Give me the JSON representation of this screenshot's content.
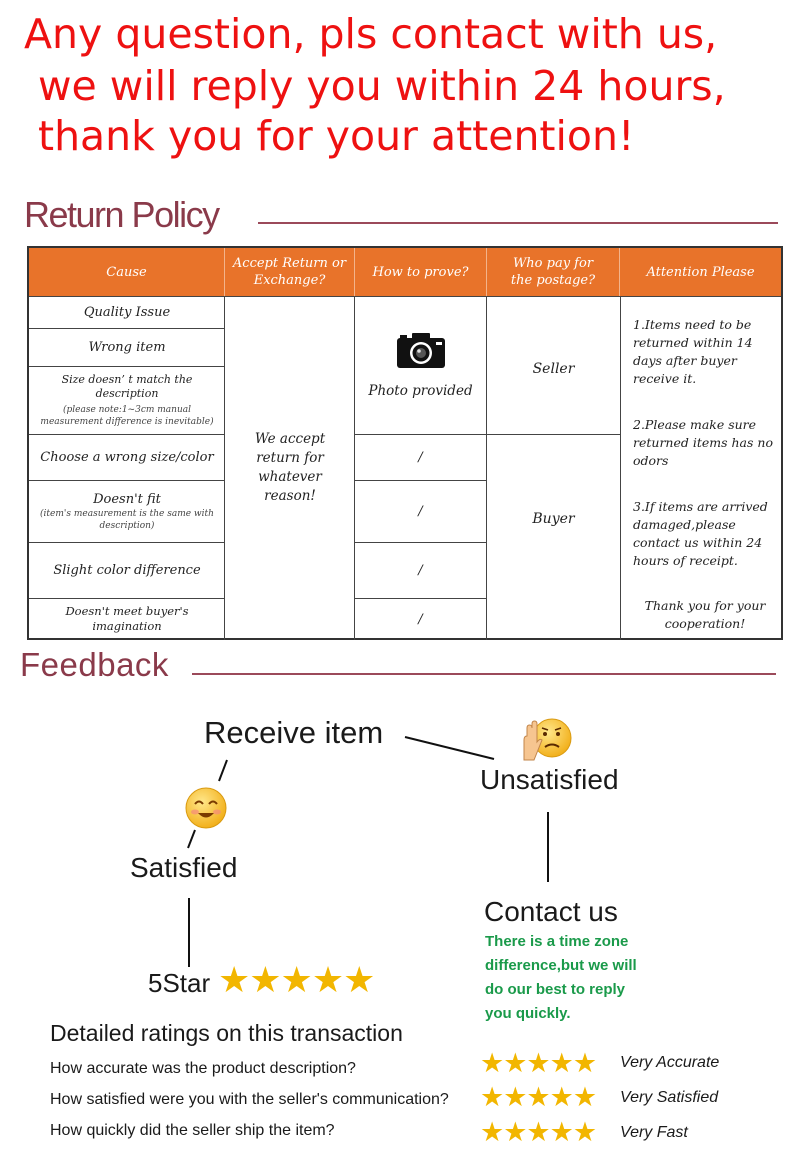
{
  "notice": {
    "line1": "Any question, pls contact with us,",
    "line2": "we will reply you within 24 hours,",
    "line3": "thank you for your attention!"
  },
  "return_policy": {
    "title": "Return Policy",
    "headers": [
      "Cause",
      "Accept Return or Exchange?",
      "How to prove?",
      "Who pay for the postage?",
      "Attention Please"
    ],
    "causes": [
      {
        "main": "Quality Issue",
        "sub": ""
      },
      {
        "main": "Wrong item",
        "sub": ""
      },
      {
        "main": "Size doesn’ t match the description",
        "sub": "(please note:1~3cm manual measurement difference is inevitable)"
      },
      {
        "main": "Choose a wrong size/color",
        "sub": ""
      },
      {
        "main": "Doesn't fit",
        "sub": "(item's measurement is the same with description)"
      },
      {
        "main": "Slight color difference",
        "sub": ""
      },
      {
        "main": "Doesn't meet buyer's imagination",
        "sub": ""
      }
    ],
    "accept_text": "We accept return for whatever reason!",
    "proof_photo": "Photo provided",
    "proof_none": "/",
    "payer_seller": "Seller",
    "payer_buyer": "Buyer",
    "attention": [
      "1.Items need to be returned within 14 days after buyer receive it.",
      "2.Please make sure returned items has no odors",
      "3.If items are arrived damaged,please contact us within 24 hours of receipt.",
      "Thank you for your cooperation!"
    ]
  },
  "feedback": {
    "title": "Feedback",
    "receive": "Receive item",
    "satisfied": "Satisfied",
    "unsatisfied": "Unsatisfied",
    "five_star": "5Star",
    "contact": "Contact us",
    "contact_note": [
      "There is a time zone",
      "difference,but we will",
      "do our best to reply",
      "you quickly."
    ],
    "ratings_title": "Detailed ratings on this transaction",
    "ratings": [
      {
        "question": "How accurate was the product description?",
        "label": "Very Accurate",
        "stars": 5
      },
      {
        "question": "How satisfied were you with the seller's communication?",
        "label": "Very Satisfied",
        "stars": 5
      },
      {
        "question": "How quickly did the seller ship the item?",
        "label": "Very Fast",
        "stars": 5
      }
    ],
    "colors": {
      "stars": "#f2b600",
      "green_note": "#1a9a4a",
      "table_header": "#e8732a",
      "notice": "#ee1111"
    }
  }
}
